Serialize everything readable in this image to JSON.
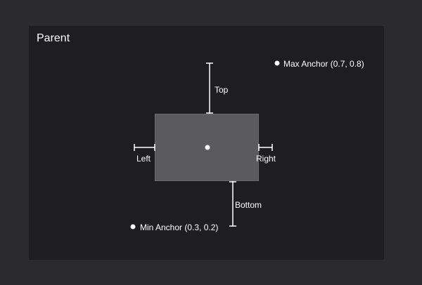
{
  "parent": {
    "title": "Parent"
  },
  "labels": {
    "top": "Top",
    "bottom": "Bottom",
    "left": "Left",
    "right": "Right",
    "max_anchor": "Max Anchor (0.7, 0.8)",
    "min_anchor": "Min Anchor (0.3, 0.2)"
  },
  "colors": {
    "page_background": "#2b2b2d",
    "parent_background": "#1e1e20",
    "child_fill": "#5b5b5e",
    "line_color": "#ffffff",
    "text_color": "#ffffff"
  }
}
